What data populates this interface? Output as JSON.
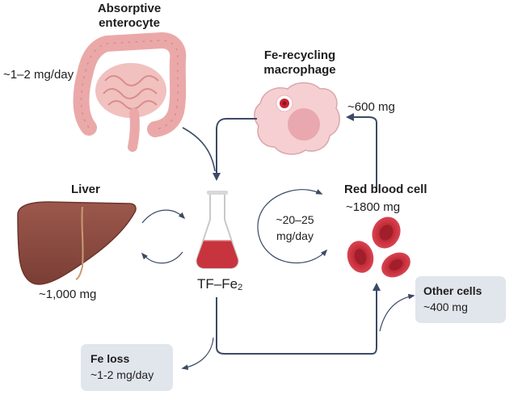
{
  "enterocyte": {
    "title_line1": "Absorptive",
    "title_line2": "enterocyte",
    "amount": "~1–2 mg/day"
  },
  "macrophage": {
    "title_line1": "Fe-recycling",
    "title_line2": "macrophage",
    "amount": "~600 mg"
  },
  "liver": {
    "title": "Liver",
    "amount": "~1,000 mg"
  },
  "rbc": {
    "title": "Red blood cell",
    "amount": "~1800 mg"
  },
  "transferrin": {
    "label_main": "TF–Fe",
    "label_sub": "2"
  },
  "cycle": {
    "rate_line1": "~20–25",
    "rate_line2": "mg/day"
  },
  "other_cells": {
    "title": "Other cells",
    "amount": "~400 mg"
  },
  "fe_loss": {
    "title": "Fe loss",
    "amount": "~1-2 mg/day"
  },
  "colors": {
    "arrow": "#3b4a66",
    "liver": "#8a4a40",
    "blood": "#c0303c",
    "macrophage": "#f6cfd2",
    "intestine": "#eeb3b3",
    "box": "#e1e5ec"
  }
}
